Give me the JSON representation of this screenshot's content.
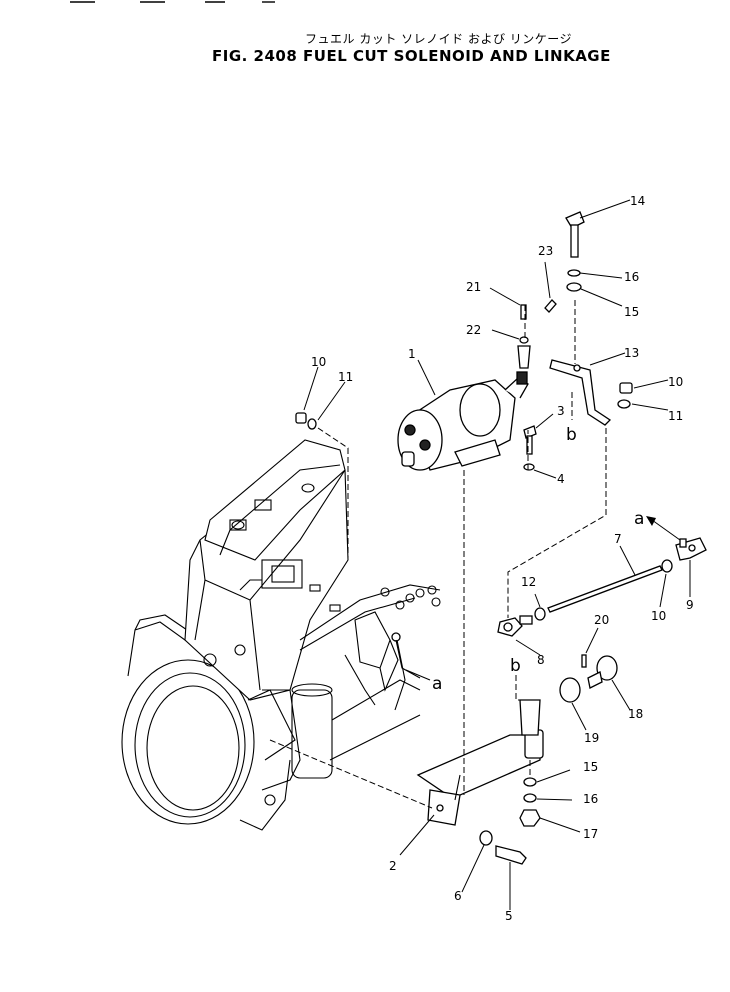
{
  "title": {
    "japanese": "フュエル カット ソレノイド および リンケージ",
    "english": "FIG. 2408  FUEL CUT SOLENOID AND LINKAGE"
  },
  "callouts": {
    "c1": "1",
    "c2": "2",
    "c3": "3",
    "c4": "4",
    "c5": "5",
    "c6": "6",
    "c7": "7",
    "c8": "8",
    "c9": "9",
    "c10_top": "10",
    "c11_top": "11",
    "c10_right": "10",
    "c11_right": "11",
    "c10_mid": "10",
    "c12": "12",
    "c13": "13",
    "c14": "14",
    "c15_top": "15",
    "c16_top": "16",
    "c15_bot": "15",
    "c16_bot": "16",
    "c17": "17",
    "c18": "18",
    "c19": "19",
    "c20": "20",
    "c21": "21",
    "c22": "22",
    "c23": "23",
    "a_arrow": "a",
    "a_engine": "a",
    "b_bracket": "b",
    "b_rod": "b"
  },
  "colors": {
    "ink": "#000000",
    "paper": "#ffffff"
  }
}
